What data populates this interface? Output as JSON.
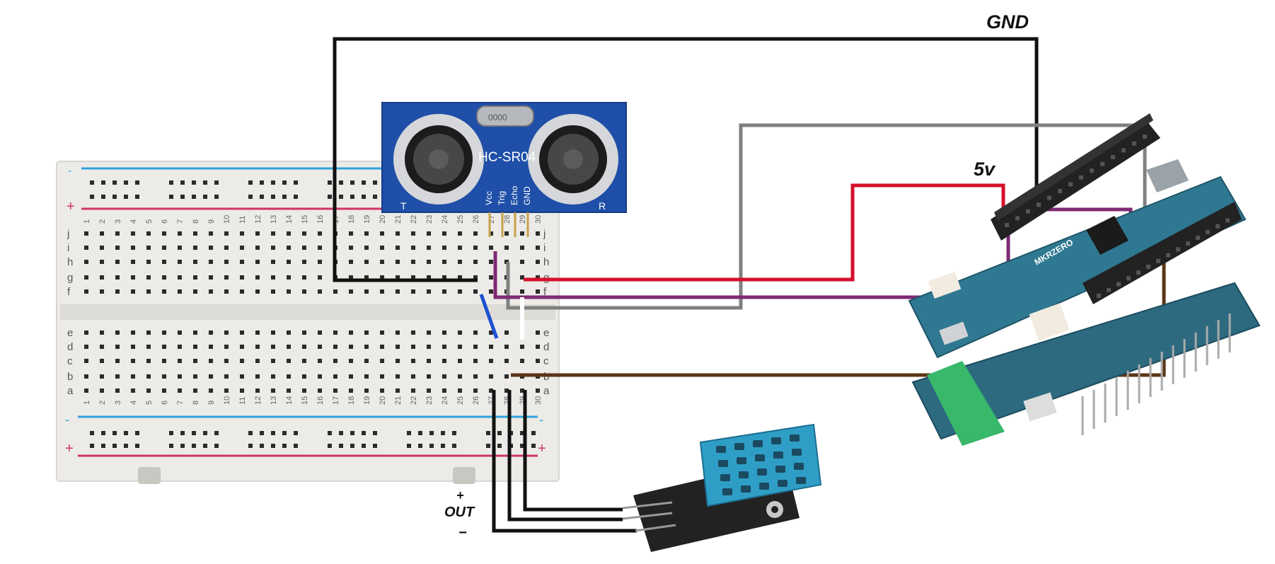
{
  "labels": {
    "gnd": "GND",
    "vcc": "5v",
    "dht_plus": "+",
    "dht_out": "OUT",
    "dht_minus": "−"
  },
  "ultrasonic_sensor": {
    "model": "HC-SR04",
    "pins": [
      "Vcc",
      "Trig",
      "Echo",
      "GND"
    ],
    "crystal": "0000",
    "left_marker": "T",
    "right_marker": "R"
  },
  "arduino": {
    "board_label": "MKRZERO"
  },
  "breadboard": {
    "row_letters_top": [
      "j",
      "i",
      "h",
      "g",
      "f"
    ],
    "row_letters_bottom": [
      "e",
      "d",
      "c",
      "b",
      "a"
    ],
    "columns": 30
  },
  "colors": {
    "gnd_wire": "#111111",
    "vcc_wire": "#d4102c",
    "trig_wire": "#7e2a73",
    "echo_wire": "#808080",
    "data_wire": "#5a3515",
    "jumper_blue": "#1c50d0"
  }
}
